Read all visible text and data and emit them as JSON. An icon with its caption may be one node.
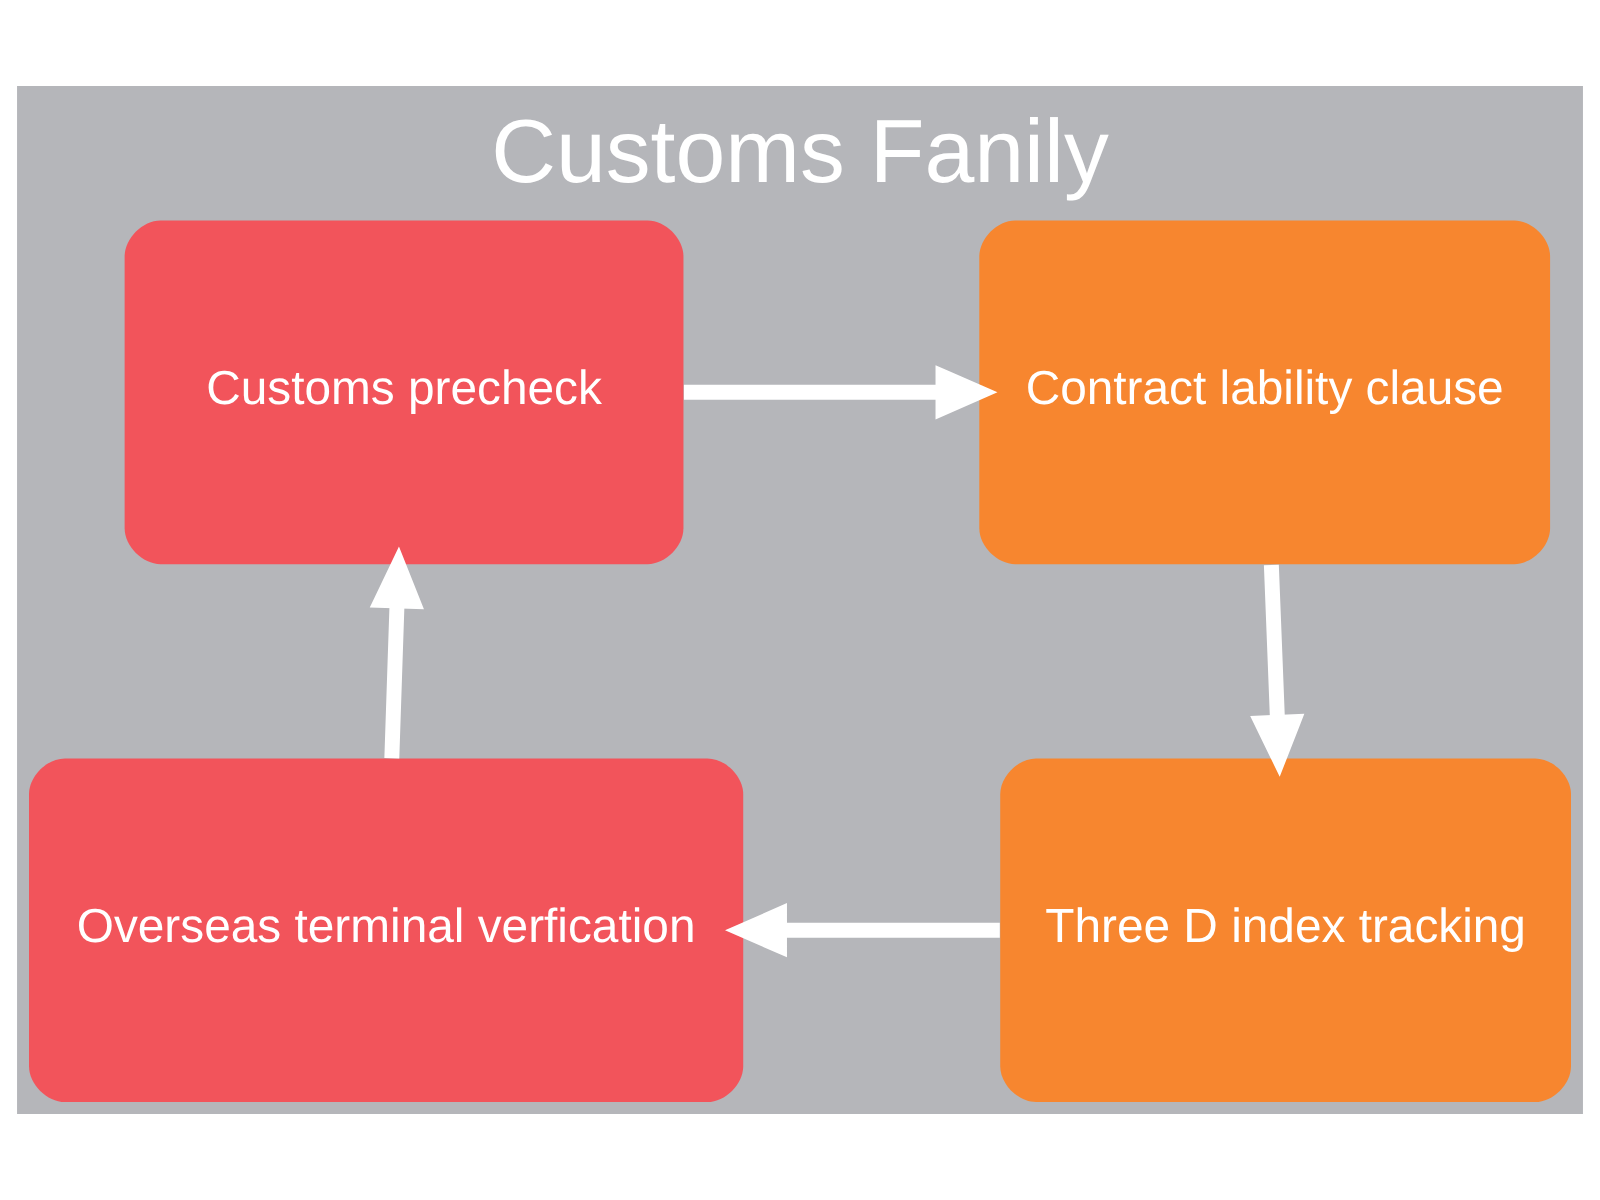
{
  "diagram": {
    "title": "Customs Fanily",
    "nodes": [
      {
        "text": [
          "Customs precheck"
        ]
      },
      {
        "text": [
          "Contract lability clause"
        ]
      },
      {
        "text": [
          "Overseas terminal verfication"
        ]
      },
      {
        "text": [
          "Three D index tracking"
        ]
      }
    ],
    "edges": [
      {
        "from": 0,
        "to": 1,
        "arrow": "to"
      },
      {
        "from": 1,
        "to": 3,
        "arrow": "to"
      },
      {
        "from": 3,
        "to": 2,
        "arrow": "to"
      },
      {
        "from": 2,
        "to": 0,
        "arrow": "to"
      }
    ]
  }
}
